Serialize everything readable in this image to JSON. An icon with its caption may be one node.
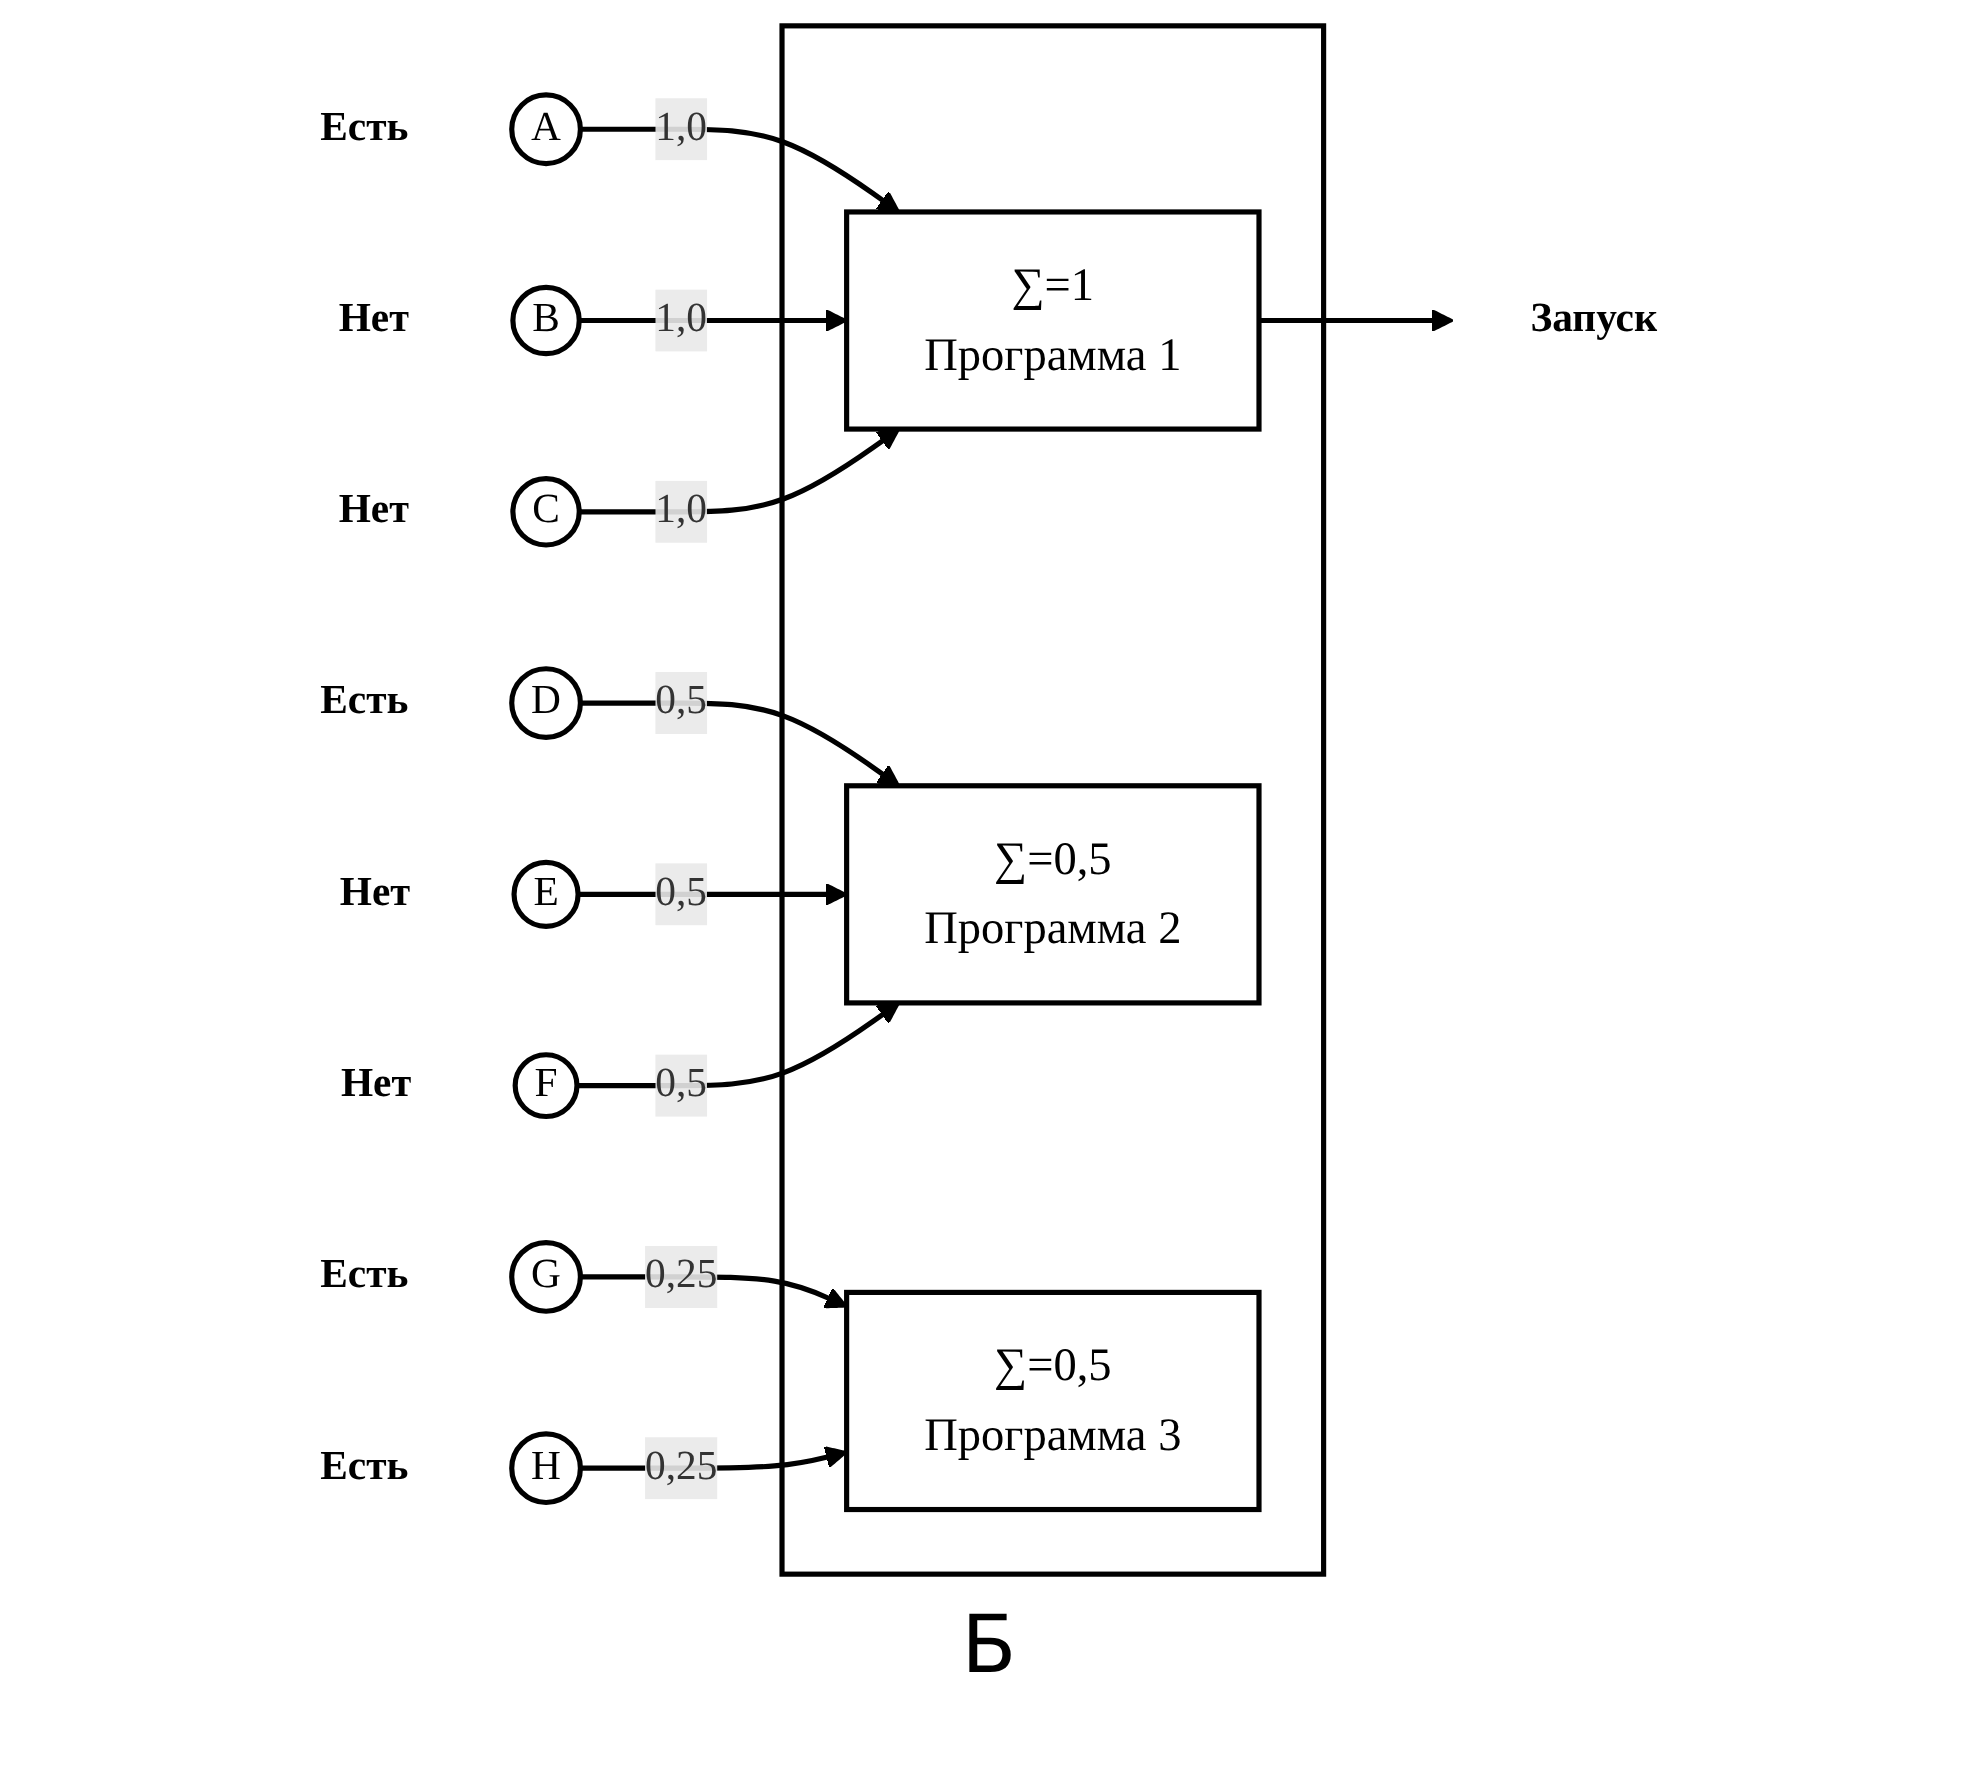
{
  "diagram": {
    "caption": "Б",
    "nodes": [
      {
        "text": [],
        "shape": "box"
      },
      {
        "text": [
          "∑=1",
          "Программа 1"
        ],
        "in": 0
      },
      {
        "text": [
          "∑=0,5",
          "Программа 2"
        ],
        "in": 0
      },
      {
        "text": [
          "∑=0,5",
          "Программа 3"
        ],
        "in": 0
      },
      {
        "text": [
          "A"
        ],
        "beside": [
          "Есть"
        ]
      },
      {
        "text": [
          "B"
        ],
        "beside": [
          "Нет"
        ]
      },
      {
        "text": [
          "C"
        ],
        "beside": [
          "Нет"
        ]
      },
      {
        "text": [
          "D"
        ],
        "beside": [
          "Есть"
        ]
      },
      {
        "text": [
          "E"
        ],
        "beside": [
          "Нет"
        ]
      },
      {
        "text": [
          "F"
        ],
        "beside": [
          "Нет"
        ]
      },
      {
        "text": [
          "G"
        ],
        "beside": [
          "Есть"
        ]
      },
      {
        "text": [
          "H"
        ],
        "beside": [
          "Есть"
        ]
      },
      {
        "text": [
          "Запуск"
        ]
      }
    ],
    "edges": [
      {
        "from": 4,
        "to": 1,
        "arrow": "to",
        "label": "1,0"
      },
      {
        "from": 5,
        "to": 1,
        "arrow": "to",
        "label": "1,0"
      },
      {
        "from": 6,
        "to": 1,
        "arrow": "to",
        "label": "1,0"
      },
      {
        "from": 7,
        "to": 2,
        "arrow": "to",
        "label": "0,5"
      },
      {
        "from": 8,
        "to": 2,
        "arrow": "to",
        "label": "0,5"
      },
      {
        "from": 9,
        "to": 2,
        "arrow": "to",
        "label": "0,5"
      },
      {
        "from": 10,
        "to": 3,
        "arrow": "to",
        "label": "0,25"
      },
      {
        "from": 11,
        "to": 3,
        "arrow": "to",
        "label": "0,25"
      },
      {
        "from": 1,
        "to": 12,
        "arrow": "to"
      }
    ]
  }
}
